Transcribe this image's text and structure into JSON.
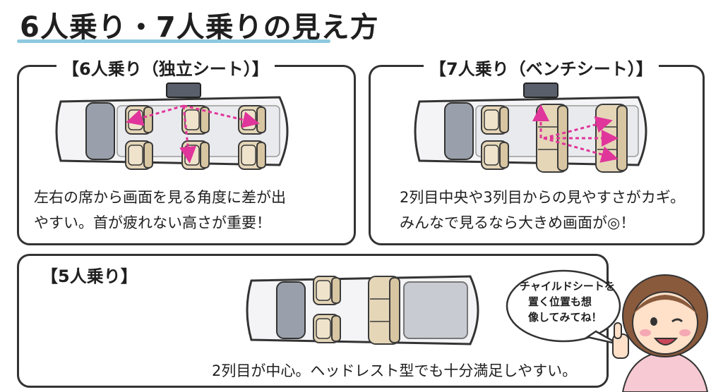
{
  "title": "6人乗り・7人乗りの見え方",
  "panel_6seat": {
    "label": "【6人乗り（独立シート）】",
    "caption_line1": "左右の席から画面を見る角度に差が出",
    "caption_line2": "やすい。首が疲れない高さが重要！"
  },
  "panel_7seat": {
    "label": "【7人乗り（ベンチシート）】",
    "caption_line1": "2列目中央や3列目からの見やすさがカギ。",
    "caption_line2": "みんなで見るなら大きめ画面が◎！"
  },
  "panel_5seat": {
    "label": "【5人乗り】",
    "caption": "2列目が中心。ヘッドレスト型でも十分満足しやすい。"
  },
  "speech_bubble": {
    "line1": "チャイルドシートを",
    "line2": "置く位置も想",
    "line3": "像してみてね！"
  },
  "colors": {
    "accent_underline": "#8ec9df",
    "arrow_magenta": "#e0359a",
    "seat_beige": "#e5d6b8",
    "car_body": "#f4f4f6",
    "cargo_gray": "#c9cbd3"
  }
}
